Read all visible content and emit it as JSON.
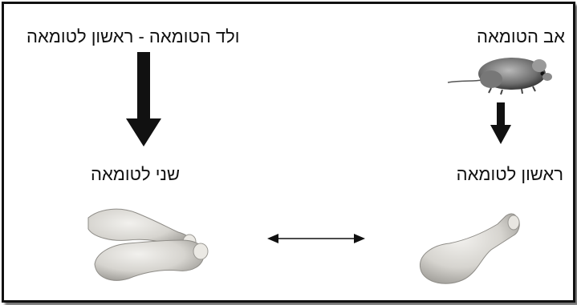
{
  "labels": {
    "father": "אב הטומאה",
    "child": "ולד הטומאה - ראשון לטומאה",
    "first": "ראשון לטומאה",
    "second": "שני לטומאה"
  },
  "icons": {
    "mouse": "mouse-icon",
    "chicken_single": "chicken-leg-icon",
    "chicken_pair": "chicken-legs-icon"
  },
  "colors": {
    "ink": "#111111",
    "meat": "#d9d7d2"
  }
}
